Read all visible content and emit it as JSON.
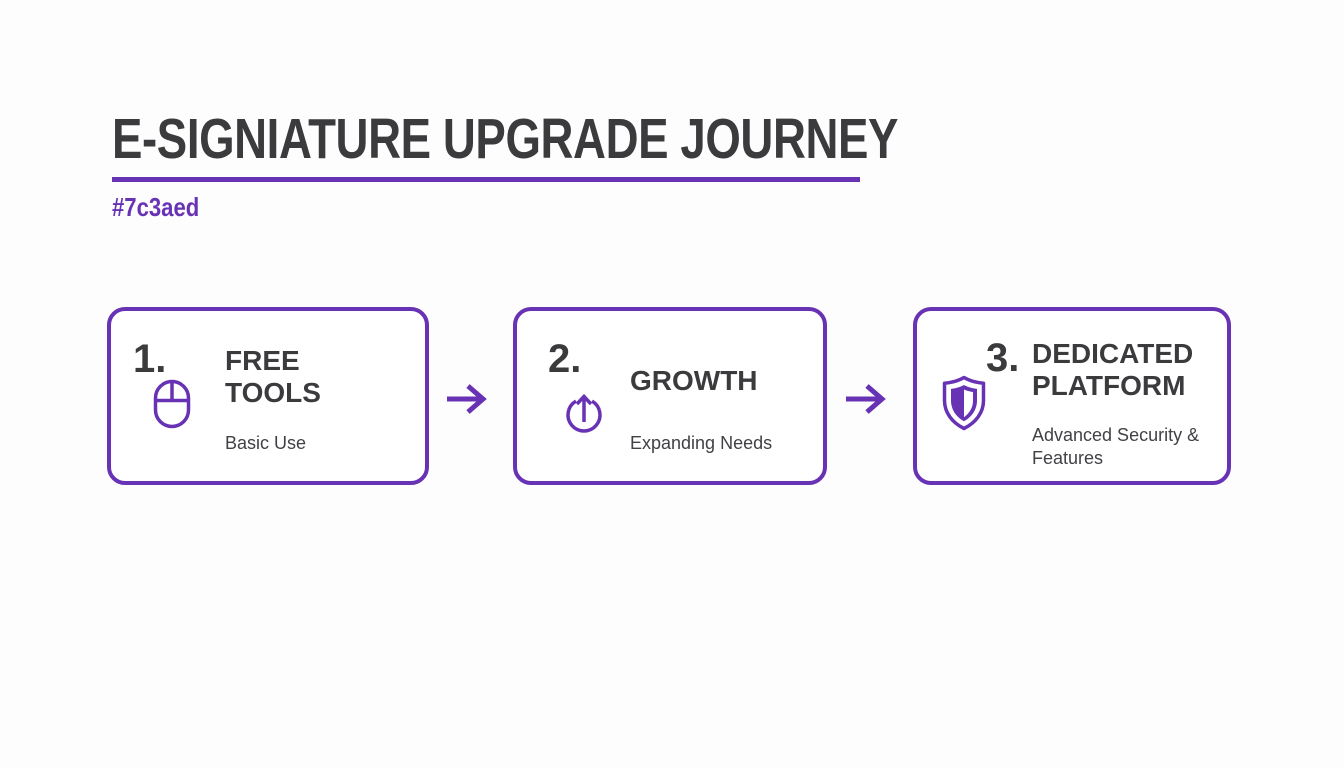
{
  "colors": {
    "accent": "#6832b5",
    "heading_text": "#3b3b3e",
    "body_text": "#414146",
    "page_bg": "#fdfdfe",
    "card_bg": "#ffffff"
  },
  "header": {
    "title": "E-SIGNIATURE UPGRADE JOURNEY",
    "accent_hex_label": "#7c3aed"
  },
  "steps": [
    {
      "number": "1.",
      "icon": "mouse-icon",
      "title": "FREE\nTOOLS",
      "subtitle": "Basic Use"
    },
    {
      "number": "2.",
      "icon": "growth-arrow-icon",
      "title": "GROWTH",
      "subtitle": "Expanding Needs"
    },
    {
      "number": "3.",
      "icon": "shield-icon",
      "title": "DEDICATED\nPLATFORM",
      "subtitle": "Advanced Security & Features"
    }
  ],
  "connectors": [
    {
      "icon": "right-arrow-icon"
    },
    {
      "icon": "right-arrow-icon"
    }
  ]
}
